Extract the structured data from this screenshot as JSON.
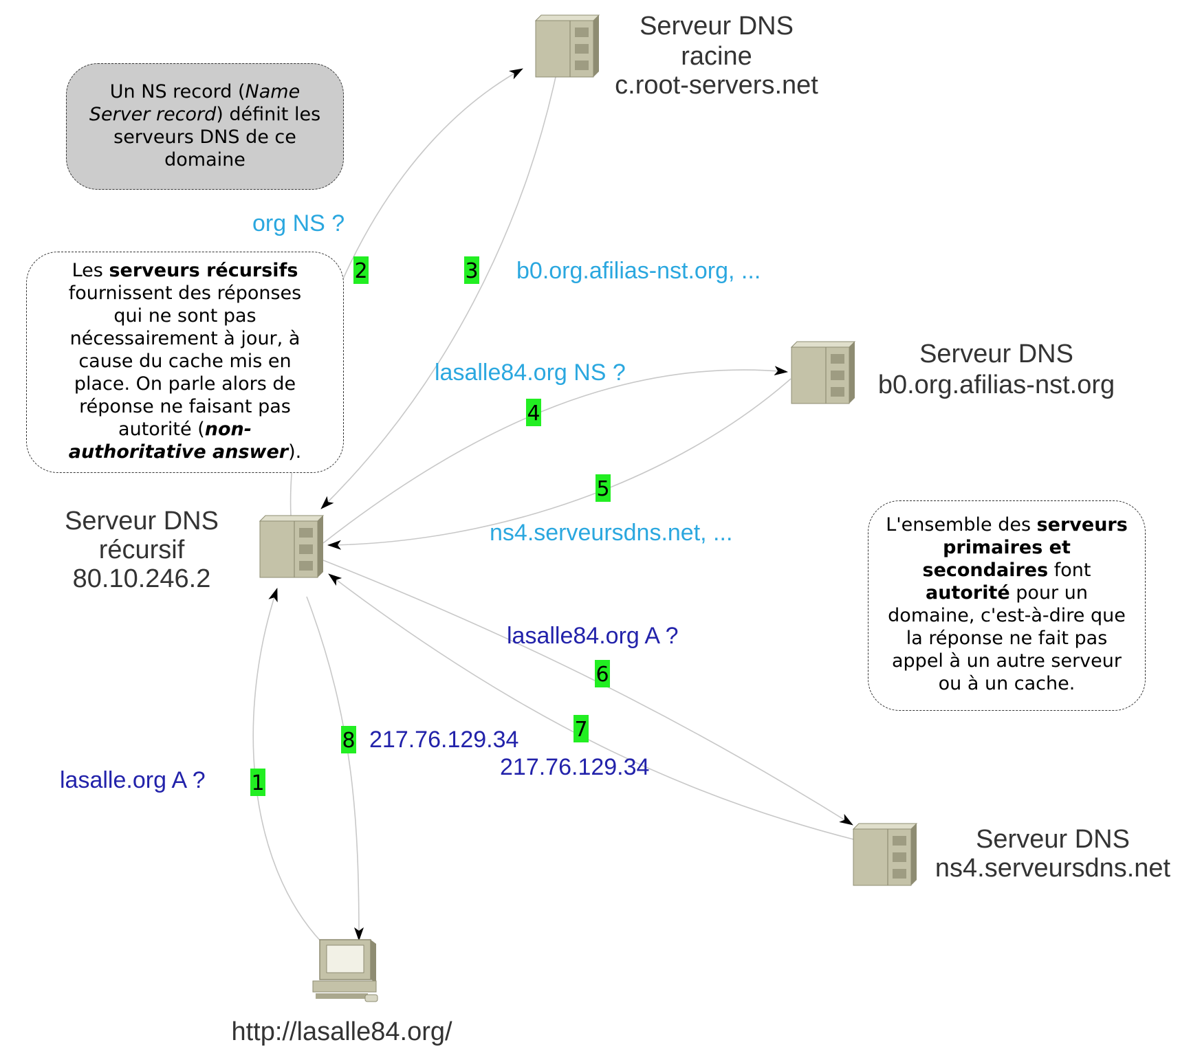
{
  "colors": {
    "edge": "#c8c8c8",
    "arrowhead": "#000000",
    "label_light": "#2aa7df",
    "label_dark": "#2222aa",
    "badge": "#22ee22",
    "server_front": "#c4c2a8",
    "server_side": "#8e8c72",
    "server_top": "#e0dfcc",
    "note_fill_gray": "#cccccc"
  },
  "nodes": {
    "root": {
      "label_lines": [
        "Serveur DNS",
        "racine",
        "c.root-servers.net"
      ],
      "icon": "server-icon"
    },
    "b0": {
      "label_lines": [
        "Serveur DNS",
        "b0.org.afilias-nst.org"
      ],
      "icon": "server-icon"
    },
    "recursive": {
      "label_lines": [
        "Serveur DNS",
        "récursif",
        "80.10.246.2"
      ],
      "icon": "server-icon"
    },
    "ns4": {
      "label_lines": [
        "Serveur DNS",
        "ns4.serveursdns.net"
      ],
      "icon": "server-icon"
    },
    "client": {
      "label": "http://lasalle84.org/",
      "icon": "computer-icon"
    }
  },
  "edges": [
    {
      "step": "1",
      "label": "lasalle.org A ?",
      "color": "dark"
    },
    {
      "step": "2",
      "label": "org NS ?",
      "color": "light"
    },
    {
      "step": "3",
      "label": "b0.org.afilias-nst.org, ...",
      "color": "light"
    },
    {
      "step": "4",
      "label": "lasalle84.org NS ?",
      "color": "light"
    },
    {
      "step": "5",
      "label": "ns4.serveursdns.net, ...",
      "color": "light"
    },
    {
      "step": "6",
      "label": "lasalle84.org A ?",
      "color": "dark"
    },
    {
      "step": "7",
      "label": "217.76.129.34",
      "color": "dark"
    },
    {
      "step": "8",
      "label": "217.76.129.34",
      "color": "dark"
    }
  ],
  "notes": {
    "ns_record": {
      "t1": "Un NS record (",
      "t2": "Name Server record",
      "t3": ") définit les serveurs DNS de ce domaine"
    },
    "recursive": {
      "t1": "Les ",
      "t2": "serveurs récursifs",
      "t3": " fournissent des réponses qui ne sont pas nécessairement à jour, à cause du cache mis en place. On parle alors de réponse ne faisant pas autorité (",
      "t4": "non-authoritative answer",
      "t5": ")."
    },
    "authority": {
      "t1": "L'ensemble des ",
      "t2": "serveurs primaires et secondaires",
      "t3": " font ",
      "t4": "autorité",
      "t5": " pour un domaine, c'est-à-dire que la réponse ne fait pas appel à un autre serveur ou à un cache."
    }
  }
}
